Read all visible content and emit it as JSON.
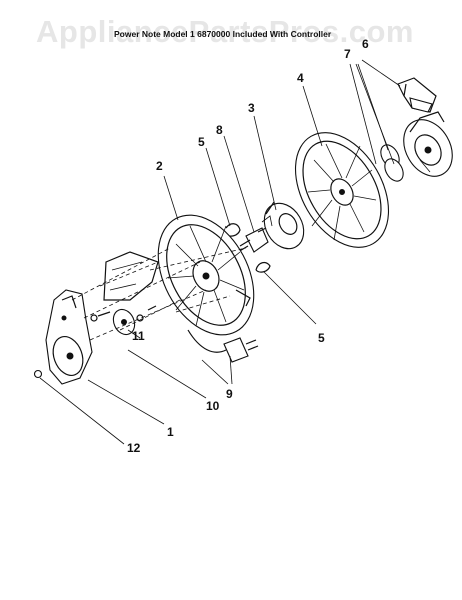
{
  "watermark": "AppliancePartsPros.com",
  "header_note": "Power Note Model 1 6870000 Included With Controller",
  "callouts": [
    {
      "id": "c1",
      "label": "1"
    },
    {
      "id": "c2",
      "label": "2"
    },
    {
      "id": "c3",
      "label": "3"
    },
    {
      "id": "c4",
      "label": "4"
    },
    {
      "id": "c5a",
      "label": "5"
    },
    {
      "id": "c5b",
      "label": "5"
    },
    {
      "id": "c6",
      "label": "6"
    },
    {
      "id": "c7",
      "label": "7"
    },
    {
      "id": "c8",
      "label": "8"
    },
    {
      "id": "c9",
      "label": "9"
    },
    {
      "id": "c10",
      "label": "10"
    },
    {
      "id": "c11",
      "label": "11"
    },
    {
      "id": "c12",
      "label": "12"
    }
  ]
}
